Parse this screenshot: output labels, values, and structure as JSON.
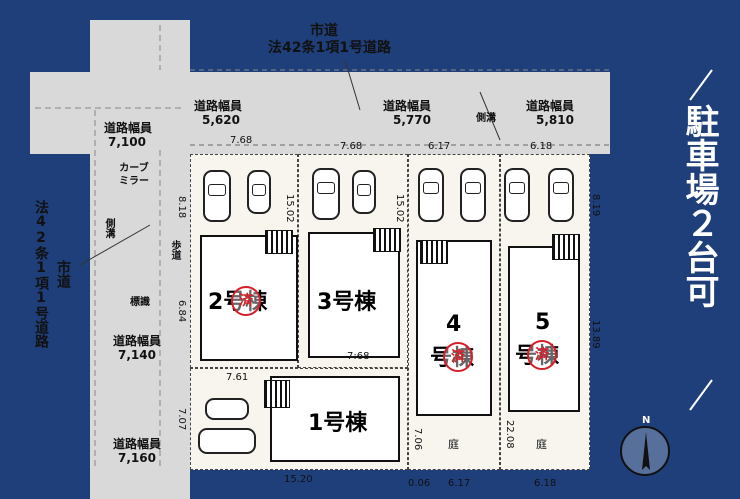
{
  "road_top": {
    "title": "市道",
    "subtitle": "法42条1項1号道路"
  },
  "road_left": {
    "title": "市道",
    "subtitle": "法42条1項1号道路"
  },
  "widths": [
    {
      "label": "道路幅員",
      "value": "5,620"
    },
    {
      "label": "道路幅員",
      "value": "5,770"
    },
    {
      "label": "道路幅員",
      "value": "5,810"
    },
    {
      "label": "道路幅員",
      "value": "7,100"
    },
    {
      "label": "道路幅員",
      "value": "7,140"
    },
    {
      "label": "道路幅員",
      "value": "7,160"
    }
  ],
  "labels": {
    "curve_mirror": "カーブ\nミラー",
    "gutter_left": "側溝",
    "gutter_top": "側溝",
    "sidewalk": "歩道",
    "sign": "標識",
    "garden": "庭"
  },
  "houses": {
    "h1": "1号棟",
    "h2": "2号棟",
    "h3": "3号棟",
    "h4a": "4",
    "h4b": "号棟",
    "h5a": "5",
    "h5b": "号棟",
    "sold": "済"
  },
  "dims": {
    "d768a": "7.68",
    "d768b": "7.68",
    "d617": "6.17",
    "d618": "6.18",
    "d818": "8.18",
    "d1502a": "15.02",
    "d1502b": "15.02",
    "d819": "8.19",
    "d684": "6.84",
    "d768c": "7:68",
    "d761": "7.61",
    "d707": "7.07",
    "d706": "7.06",
    "d2208": "22.08",
    "d1389": "13.89",
    "d1520": "15.20",
    "d006": "0.06",
    "d617b": "6.17",
    "d618b": "6.18"
  },
  "parking": "駐車場２台可",
  "north": "N"
}
